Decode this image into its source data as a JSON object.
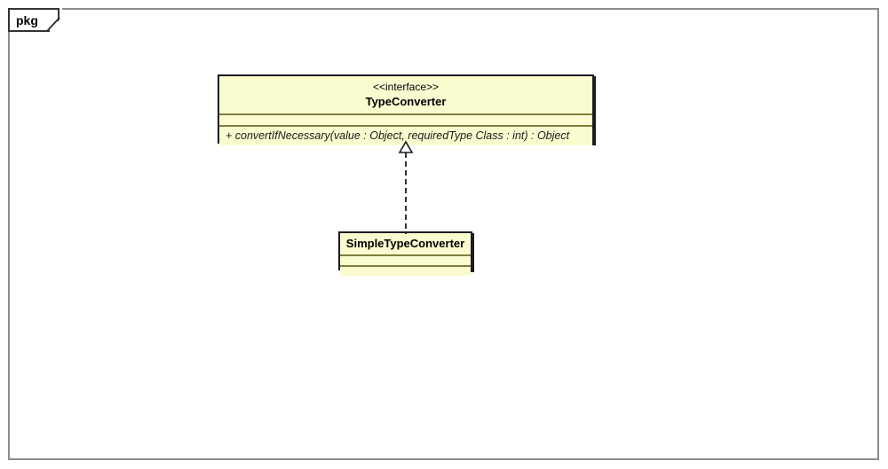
{
  "diagram": {
    "kind": "uml-class-diagram",
    "frame_label": "pkg",
    "background_color": "#ffffff",
    "frame_color": "#8c8c8c",
    "node_fill_color": "#fbfbd0",
    "node_border_color": "#1b1b22",
    "compartment_separator_color": "#7e7e3c"
  },
  "nodes": [
    {
      "id": "type-converter",
      "type": "interface",
      "stereotype": "<<interface>>",
      "name": "TypeConverter",
      "attributes": [],
      "operations": [
        {
          "visibility": "+",
          "signature": "convertIfNecessary(value : Object, requiredType Class : int) : Object",
          "full": "+ convertIfNecessary(value : Object, requiredType Class : int) : Object"
        }
      ]
    },
    {
      "id": "simple-type-converter",
      "type": "class",
      "stereotype": "",
      "name": "SimpleTypeConverter",
      "attributes": [],
      "operations": []
    }
  ],
  "edges": [
    {
      "id": "realization-1",
      "type": "realization",
      "line_style": "dashed",
      "arrowhead": "hollow-triangle",
      "source": "SimpleTypeConverter",
      "target": "TypeConverter",
      "label": ""
    }
  ]
}
